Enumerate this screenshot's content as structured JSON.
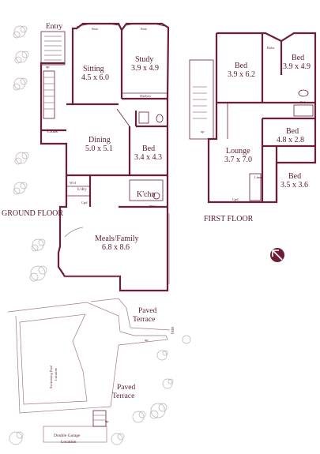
{
  "ground_floor": {
    "label": "GROUND FLOOR",
    "rooms": {
      "entry": "Entry",
      "seat_left": "Seat",
      "seat_right": "Seat",
      "sitting_name": "Sitting",
      "sitting_dim": "4.5 x 6.0",
      "study_name": "Study",
      "study_dim": "3.9 x 4.9",
      "shelves": "Shelves",
      "cloak": "Cloak",
      "up": "up",
      "dining_name": "Dining",
      "dining_dim": "5.0 x 5.1",
      "bed_name": "Bed",
      "bed_dim": "3.4 x 4.3",
      "wd": "W/d",
      "ldry": "L'dry",
      "cpd": "Cpd",
      "kitchen": "K'chn",
      "dw": "DW",
      "meals_name": "Meals/Family",
      "meals_dim": "6.8 x 8.6"
    }
  },
  "first_floor": {
    "label": "FIRST FLOOR",
    "rooms": {
      "bed1_name": "Bed",
      "bed1_dim": "3.9 x 6.2",
      "robe1": "Robe",
      "bed2_name": "Bed",
      "bed2_dim": "3.9 x 4.9",
      "robe2": "Robe",
      "up": "up",
      "bed3_name": "Bed",
      "bed3_dim": "4.8 x 2.8",
      "lounge_name": "Lounge",
      "lounge_dim": "3.7 x 7.0",
      "linen": "Linen",
      "bed4_name": "Bed",
      "bed4_dim": "3.5 x 3.6",
      "cpd": "Cpd"
    }
  },
  "outdoor": {
    "paved_terrace_top_1": "Paved",
    "paved_terrace_top_2": "Terrace",
    "bbq": "BBQ",
    "up1": "up",
    "up2": "up",
    "pool_1": "Swimming Pool",
    "pool_2": "Location",
    "paved_terrace_bottom_1": "Paved",
    "paved_terrace_bottom_2": "Terrace",
    "garage_1": "Double Garage",
    "garage_2": "Location"
  },
  "compass_icon": "north-arrow-icon",
  "colors": {
    "wall": "#6b1f34",
    "text": "#5a1a2e",
    "landscape": "#b9b0b3"
  }
}
